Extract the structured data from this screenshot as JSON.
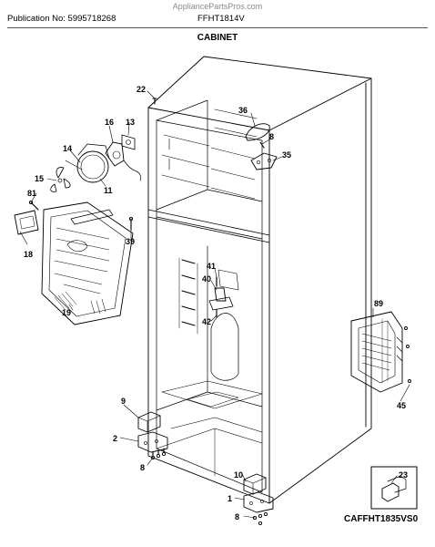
{
  "header": {
    "watermark": "AppliancePartsPros.com",
    "publication": "Publication No: 5995718268",
    "model": "FFHT1814V",
    "section": "CABINET"
  },
  "callouts": {
    "c22": "22",
    "c36": "36",
    "c16": "16",
    "c13": "13",
    "c8a": "8",
    "c35": "35",
    "c14": "14",
    "c15": "15",
    "c11": "11",
    "c81": "81",
    "c18": "18",
    "c39": "39",
    "c41": "41",
    "c40": "40",
    "c42": "42",
    "c19": "19",
    "c89": "89",
    "c45": "45",
    "c9": "9",
    "c2": "2",
    "c8b": "8",
    "c10": "10",
    "c1": "1",
    "c8c": "8",
    "c23": "23"
  },
  "diagram_code": "CAFFHT1835VS0"
}
